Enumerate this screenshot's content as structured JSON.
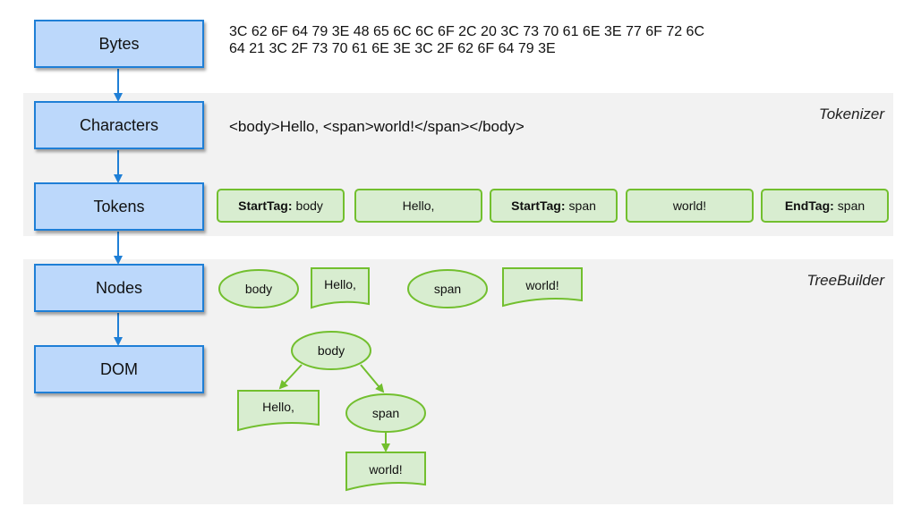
{
  "stages": [
    "Bytes",
    "Characters",
    "Tokens",
    "Nodes",
    "DOM"
  ],
  "bytes": {
    "line1": "3C 62 6F 64 79 3E 48 65 6C 6C 6F 2C 20 3C 73 70 61 6E 3E 77 6F 72 6C",
    "line2": "64 21 3C 2F 73 70 61 6E 3E 3C 2F 62 6F 64 79 3E"
  },
  "characters": "<body>Hello, <span>world!</span></body>",
  "tokenizer_label": "Tokenizer",
  "treebuilder_label": "TreeBuilder",
  "tokens": [
    {
      "kind": "StartTag:",
      "value": "body"
    },
    {
      "kind": "",
      "value": "Hello,"
    },
    {
      "kind": "StartTag:",
      "value": "span"
    },
    {
      "kind": "",
      "value": "world!"
    },
    {
      "kind": "EndTag:",
      "value": "span"
    }
  ],
  "nodes": [
    {
      "shape": "ellipse",
      "label": "body"
    },
    {
      "shape": "document",
      "label": "Hello,"
    },
    {
      "shape": "ellipse",
      "label": "span"
    },
    {
      "shape": "document",
      "label": "world!"
    }
  ],
  "dom_tree": {
    "root": "body",
    "child_text": "Hello,",
    "child_element": "span",
    "grandchild_text": "world!"
  },
  "colors": {
    "stage_fill": "#bcd8fb",
    "stage_border": "#1f7fd6",
    "node_fill": "#d8edd0",
    "node_border": "#72bf2e",
    "band_fill": "#f2f2f2"
  }
}
